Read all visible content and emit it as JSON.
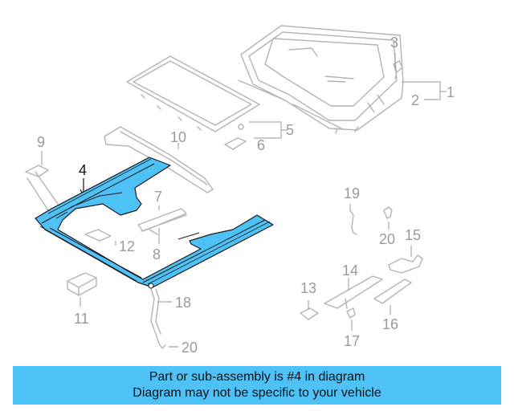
{
  "diagram": {
    "highlighted_part": "4",
    "callouts": [
      "1",
      "2",
      "3",
      "4",
      "5",
      "6",
      "7",
      "8",
      "9",
      "10",
      "11",
      "12",
      "13",
      "14",
      "15",
      "16",
      "17",
      "18",
      "19",
      "20",
      "20"
    ]
  },
  "banner": {
    "line1": "Part or sub-assembly is #4 in diagram",
    "line2": "Diagram may not be specific to your vehicle"
  },
  "colors": {
    "highlight": "#4ec2f7",
    "line": "#b4b4b4",
    "text_gray": "#9a9a9a"
  }
}
